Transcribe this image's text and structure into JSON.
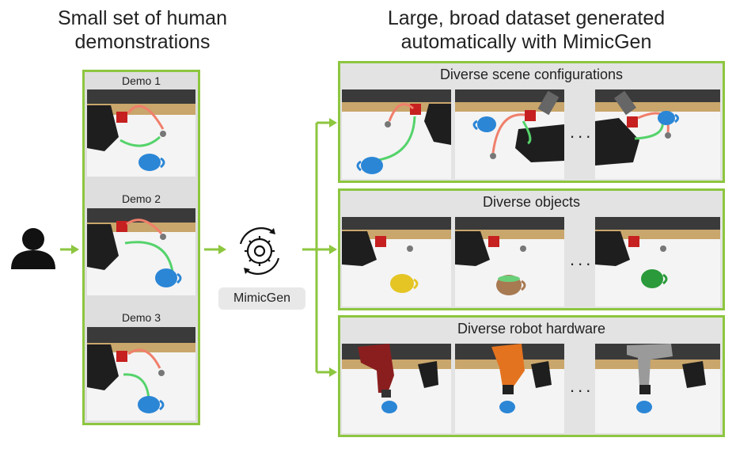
{
  "left_title": "Small set of human demonstrations",
  "right_title": "Large, broad dataset generated automatically with MimicGen",
  "demos": [
    {
      "label": "Demo 1"
    },
    {
      "label": "Demo 2"
    },
    {
      "label": "Demo 3"
    }
  ],
  "mimicgen_label": "MimicGen",
  "panels": [
    {
      "title": "Diverse scene configurations",
      "dots": "..."
    },
    {
      "title": "Diverse objects",
      "dots": "..."
    },
    {
      "title": "Diverse robot hardware",
      "dots": "..."
    }
  ],
  "colors": {
    "accent_green": "#8dc63f",
    "trajectory_red": "#f07f6b",
    "trajectory_green": "#55d36b",
    "mug_blue": "#2b86d6"
  },
  "icons": [
    "person-icon",
    "gear-cycle-icon"
  ]
}
